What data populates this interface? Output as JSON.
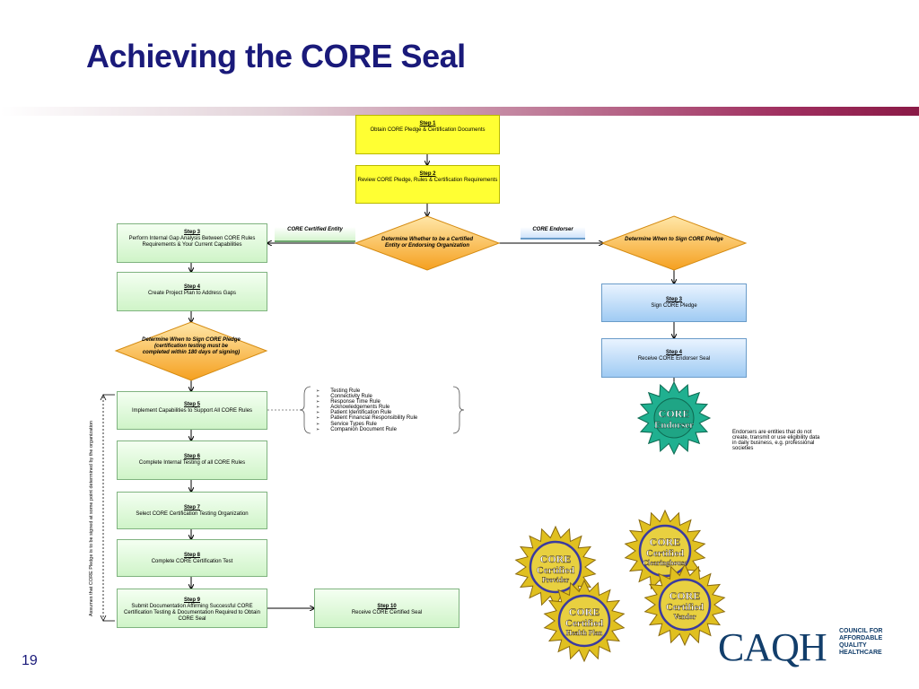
{
  "slide": {
    "title": "Achieving the CORE Seal",
    "page_number": "19"
  },
  "left_column": {
    "step3": {
      "step": "Step 3",
      "text": "Perform Internal Gap Analysis Between CORE Rules Requirements & Your Current Capabilities"
    },
    "step4": {
      "step": "Step 4",
      "text": "Create Project Plan to Address Gaps"
    },
    "decision": "Determine When to Sign CORE Pledge (certification testing must be completed within 180 days of signing)",
    "step5": {
      "step": "Step 5",
      "text": "Implement Capabilities to Support All CORE Rules"
    },
    "step6": {
      "step": "Step 6",
      "text": "Complete Internal Testing of all CORE Rules"
    },
    "step7": {
      "step": "Step 7",
      "text": "Select CORE Certification Testing Organization"
    },
    "step8": {
      "step": "Step 8",
      "text": "Complete CORE Certification Test"
    },
    "step9": {
      "step": "Step 9",
      "text": "Submit Documentation Affirming Successful CORE Certification Testing & Documentation Required to Obtain CORE Seal"
    },
    "step10": {
      "step": "Step 10",
      "text": "Receive CORE Certified Seal"
    },
    "vertical_note": "Assumes that CORE Pledge is to be signed at some point determined by the organization"
  },
  "top": {
    "step1": {
      "step": "Step 1",
      "text": "Obtain CORE Pledge & Certification Documents"
    },
    "step2": {
      "step": "Step 2",
      "text": "Review CORE Pledge, Rules & Certification Requirements"
    },
    "decision": "Determine Whether to be a Certified Entity or Endorsing Organization",
    "tag_certified": "CORE Certified Entity",
    "tag_endorser": "CORE Endorser"
  },
  "right_column": {
    "decision": "Determine When to Sign CORE Pledge",
    "step3": {
      "step": "Step 3",
      "text": "Sign CORE Pledge"
    },
    "step4": {
      "step": "Step 4",
      "text": "Receive CORE Endorser Seal"
    },
    "note": "Endorsers are entities that do not create, transmit or use eligibility data in daily business, e.g. professional societies"
  },
  "rules_list": [
    "Testing Rule",
    "Connectivity Rule",
    "Response Time Rule",
    "Acknowledgements Rule",
    "Patient Identification Rule",
    "Patient Financial Responsibility Rule",
    "Service Types Rule",
    "Companion Document Rule"
  ],
  "seals": {
    "endorser": {
      "line1": "CORE",
      "line2": "Endorser"
    },
    "provider": {
      "line1": "CORE",
      "line2": "Certified",
      "line3": "Provider"
    },
    "clearinghouse": {
      "line1": "CORE",
      "line2": "Certified",
      "line3": "Clearinghouse"
    },
    "health_plan": {
      "line1": "CORE",
      "line2": "Certified",
      "line3": "Health Plan"
    },
    "vendor": {
      "line1": "CORE",
      "line2": "Certified",
      "line3": "Vendor"
    }
  },
  "logo": {
    "name": "CAQH",
    "tagline": [
      "COUNCIL FOR",
      "AFFORDABLE",
      "QUALITY",
      "HEALTHCARE"
    ]
  },
  "colors": {
    "title": "#1a1a7a",
    "step_yellow": "#ffff33",
    "decision_orange": "#f5a623",
    "seal_gold": "#e0c020",
    "seal_green": "#20b090",
    "logo": "#123e6b"
  }
}
